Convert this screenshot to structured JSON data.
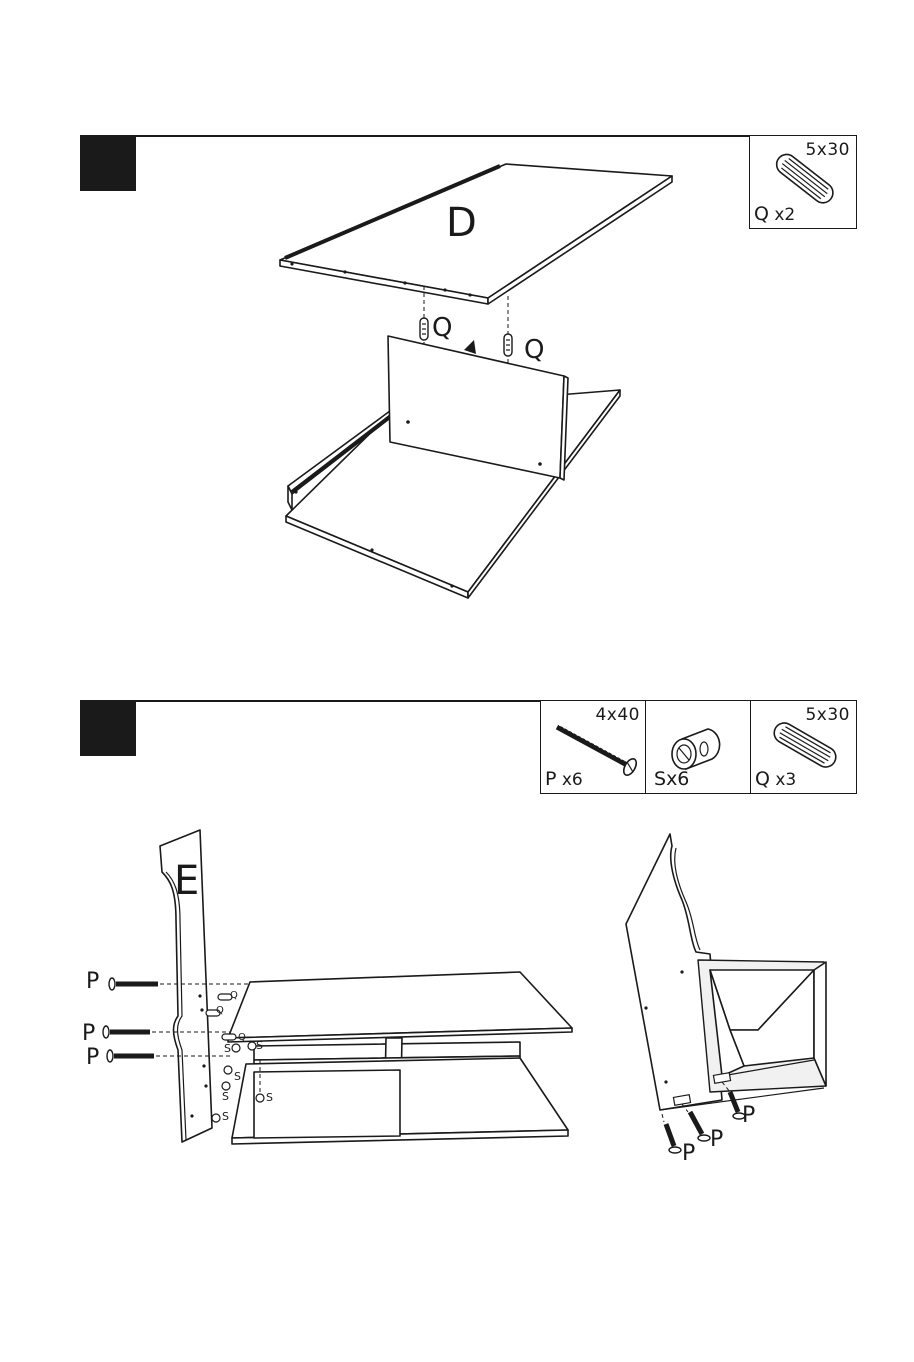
{
  "steps": [
    {
      "hardware": [
        {
          "size": "5x30",
          "code": "Q",
          "count": "x2",
          "icon": "dowel-icon"
        }
      ],
      "labels": {
        "panel": "D",
        "dowel_left": "Q",
        "dowel_right": "Q"
      }
    },
    {
      "hardware": [
        {
          "size": "4x40",
          "code": "P",
          "count": "x6",
          "icon": "screw-icon"
        },
        {
          "size": "",
          "code": "S",
          "count": "x6",
          "icon": "cam-lock-icon"
        },
        {
          "size": "5x30",
          "code": "Q",
          "count": "x3",
          "icon": "dowel-icon"
        }
      ],
      "labels": {
        "panel": "E",
        "screw_1": "P",
        "screw_2": "P",
        "screw_3": "P",
        "dowel_a": "Q",
        "dowel_b": "Q",
        "dowel_c": "Q",
        "cam_1": "S",
        "cam_2": "S",
        "cam_3": "S",
        "cam_4": "S",
        "cam_5": "S",
        "cam_6": "S",
        "screw_under_1": "P",
        "screw_under_2": "P",
        "screw_under_3": "P"
      }
    }
  ],
  "colors": {
    "ink": "#1a1a1a",
    "paper": "#ffffff"
  }
}
